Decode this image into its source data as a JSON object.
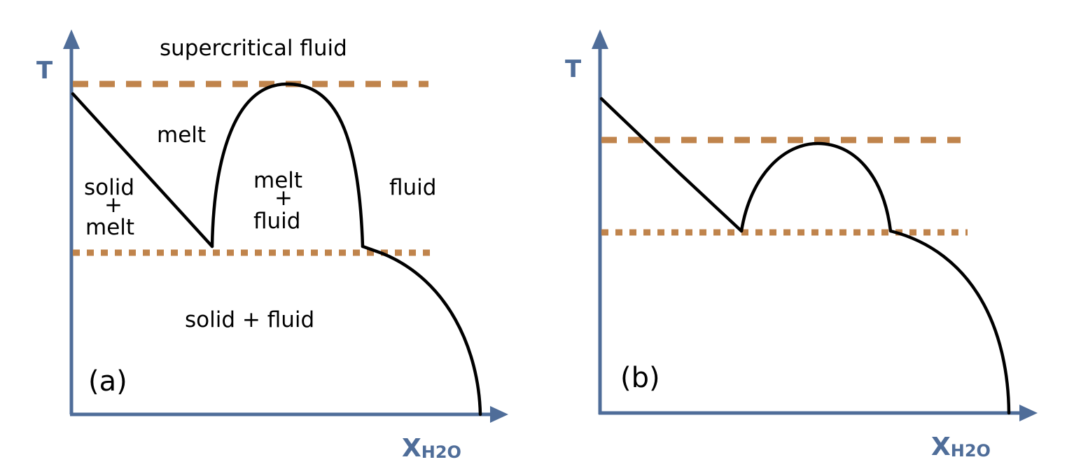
{
  "panel_a": {
    "label": "(a)",
    "y_axis_label": "T",
    "x_axis_label_main": "X",
    "x_axis_label_sub": "H2O",
    "regions": {
      "supercritical": "supercritical fluid",
      "melt": "melt",
      "solid_melt_1": "solid",
      "solid_melt_2": "+",
      "solid_melt_3": "melt",
      "melt_fluid_1": "melt",
      "melt_fluid_2": "+",
      "melt_fluid_3": "fluid",
      "fluid": "fluid",
      "solid_fluid": "solid + fluid"
    }
  },
  "panel_b": {
    "label": "(b)",
    "y_axis_label": "T",
    "x_axis_label_main": "X",
    "x_axis_label_sub": "H2O"
  },
  "colors": {
    "axis": "#4f6d99",
    "curve": "#000000",
    "reference_lines": "#c0844c"
  }
}
